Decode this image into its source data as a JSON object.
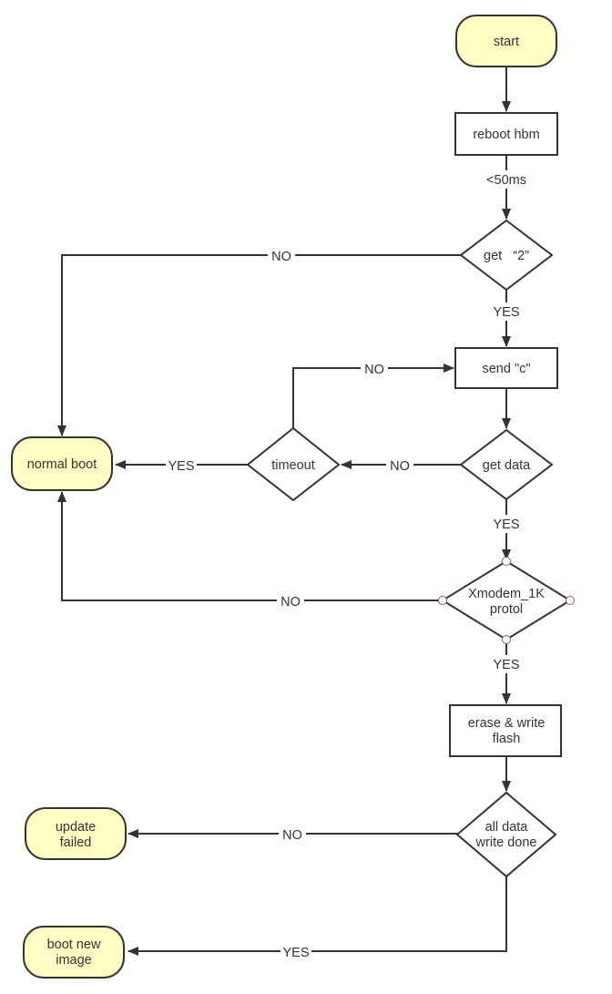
{
  "nodes": {
    "start": "start",
    "reboot": "reboot hbm",
    "get2": "get   “2”",
    "send_c": "send \"c\"",
    "get_data": "get data",
    "timeout": "timeout",
    "normal_boot": "normal boot",
    "xmodem": [
      "Xmodem_1K",
      "protol"
    ],
    "erase_write": [
      "erase & write",
      "flash"
    ],
    "all_data": [
      "all data",
      "write done"
    ],
    "update_failed": [
      "update",
      "failed"
    ],
    "boot_new": [
      "boot new",
      "image"
    ]
  },
  "edges": {
    "reboot_to_get2": "<50ms",
    "get2_no": "NO",
    "get2_yes": "YES",
    "timeout_no": "NO",
    "getdata_no": "NO",
    "timeout_yes": "YES",
    "getdata_yes": "YES",
    "xmodem_no": "NO",
    "xmodem_yes": "YES",
    "alldata_no": "NO",
    "alldata_yes": "YES"
  },
  "colors": {
    "terminal_fill": "#FFFFC3",
    "stroke": "#333333",
    "port_stroke": "#B85450"
  }
}
